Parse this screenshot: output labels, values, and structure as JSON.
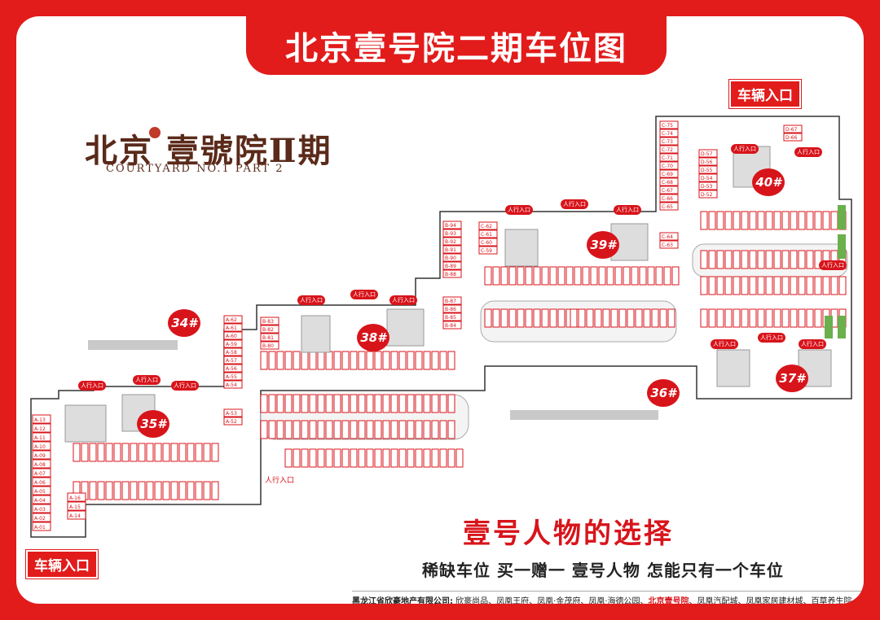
{
  "header": {
    "title": "北京壹号院二期车位图"
  },
  "logo": {
    "cn": "北京 壹號院Ⅱ期",
    "en": "COURTYARD NO.1 PART 2"
  },
  "entrances": {
    "vehicle_top": "车辆入口",
    "vehicle_bottom": "车辆入口",
    "pedestrian": "人行入口"
  },
  "buildings": [
    "34#",
    "35#",
    "36#",
    "37#",
    "38#",
    "39#",
    "40#"
  ],
  "zones": {
    "A": [
      "A-13",
      "A-12",
      "A-11",
      "A-10",
      "A-09",
      "A-08",
      "A-07",
      "A-06",
      "A-05",
      "A-04",
      "A-03",
      "A-02",
      "A-01",
      "A-16",
      "A-15",
      "A-14",
      "A-62",
      "A-61",
      "A-60",
      "A-59",
      "A-58",
      "A-57",
      "A-56",
      "A-55",
      "A-54",
      "A-53",
      "A-52"
    ],
    "B": [
      "B-83",
      "B-82",
      "B-81",
      "B-80",
      "B-94",
      "B-93",
      "B-92",
      "B-91",
      "B-90",
      "B-89",
      "B-88",
      "B-87",
      "B-86",
      "B-85",
      "B-84"
    ],
    "C": [
      "C-62",
      "C-61",
      "C-60",
      "C-59",
      "C-64",
      "C-63",
      "C-75",
      "C-74",
      "C-73",
      "C-72",
      "C-71",
      "C-70",
      "C-69",
      "C-68",
      "C-67",
      "C-66",
      "C-65"
    ],
    "D": [
      "D-67",
      "D-66",
      "D-57",
      "D-56",
      "D-55",
      "D-54",
      "D-53",
      "D-52"
    ]
  },
  "slogan": {
    "main": "壹号人物的选择",
    "sub": "稀缺车位  买一赠一  壹号人物  怎能只有一个车位"
  },
  "footer": {
    "company": "黑龙江省欣豪地产有限公司:",
    "projects_before": " 欣豪尚品、凤凰王府、凤凰·金茂府、凤凰·海德公园、",
    "highlight": "北京壹号院",
    "projects_after": "、凤凰汽配城、凤凰家居建材城、百草养生院"
  },
  "colors": {
    "brand_red": "#e21b1b",
    "stall_red": "#d8141b",
    "logo_brown": "#5a2a1a",
    "accent_green": "#6ab04c"
  }
}
